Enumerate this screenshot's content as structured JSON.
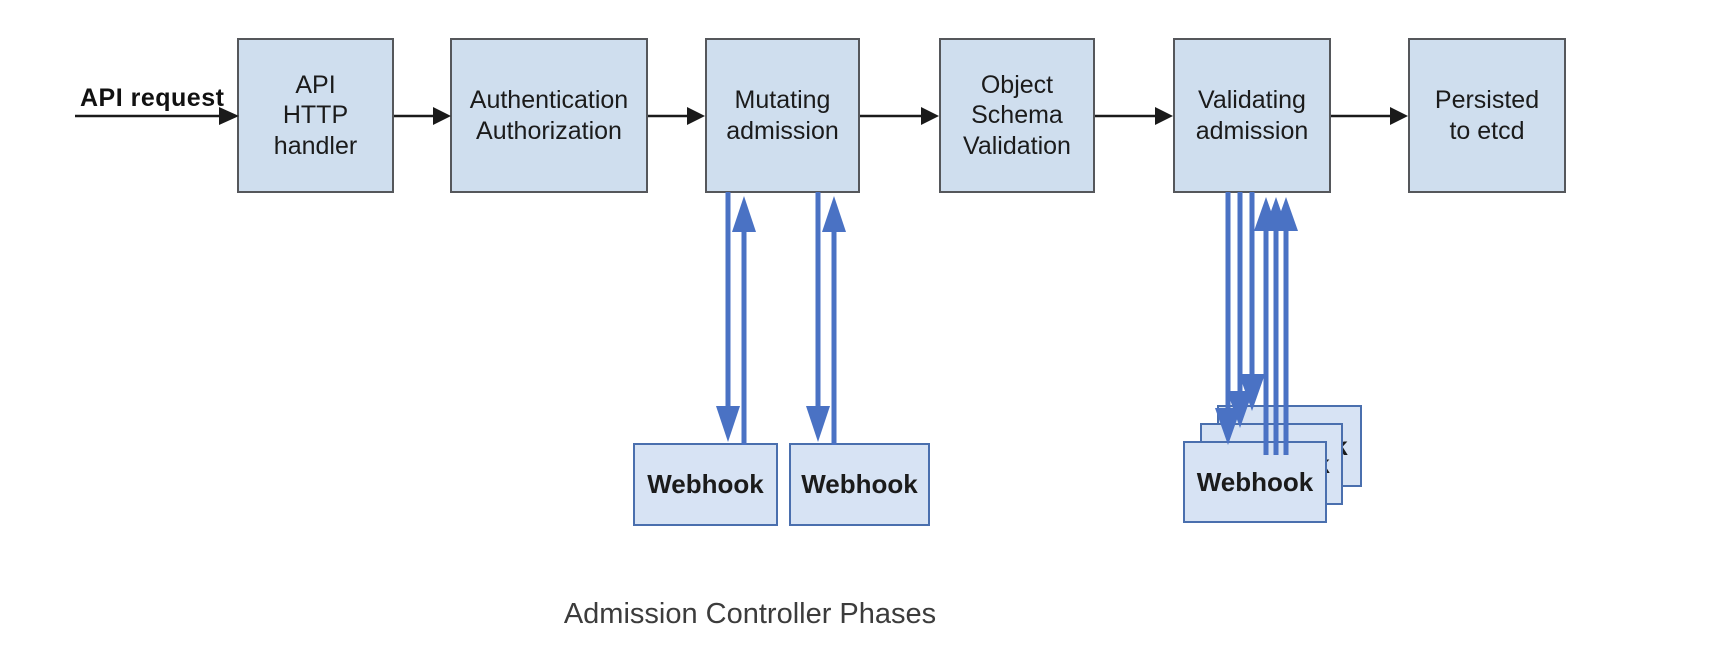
{
  "diagram": {
    "input_label": "API request",
    "caption": "Admission Controller Phases",
    "phases": [
      {
        "id": "api-http-handler",
        "label": "API\nHTTP\nhandler"
      },
      {
        "id": "authentication-authorization",
        "label": "Authentication\nAuthorization"
      },
      {
        "id": "mutating-admission",
        "label": "Mutating\nadmission"
      },
      {
        "id": "object-schema-validation",
        "label": "Object\nSchema\nValidation"
      },
      {
        "id": "validating-admission",
        "label": "Validating\nadmission"
      },
      {
        "id": "persisted-to-etcd",
        "label": "Persisted\nto etcd"
      }
    ],
    "mutating_webhooks": [
      {
        "label": "Webhook"
      },
      {
        "label": "Webhook"
      }
    ],
    "validating_webhook_stack": {
      "label": "Webhook",
      "count": 3
    },
    "colors": {
      "phase_box_fill": "#cfdeee",
      "phase_box_border": "#55575b",
      "webhook_box_fill": "#d7e3f4",
      "webhook_box_border": "#4a6fae",
      "flow_arrow": "#1a1a1a",
      "webhook_arrow": "#4a72c4",
      "label_text": "#1b1b1b",
      "caption_text": "#3c3c3c"
    }
  }
}
